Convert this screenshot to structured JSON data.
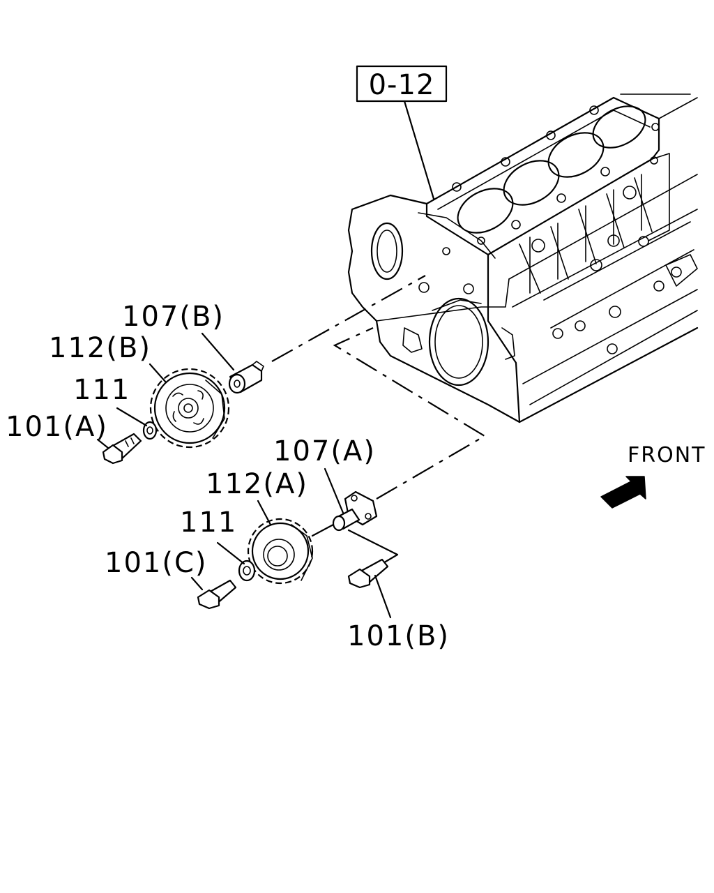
{
  "reference_box": {
    "label": "0-12"
  },
  "direction": {
    "label": "FRONT",
    "icon": "arrow-front-icon"
  },
  "callouts": {
    "idler_shaft_b": "107(B)",
    "idler_gear_b": "112(B)",
    "washer_b": "111",
    "bolt_a": "101(A)",
    "idler_shaft_a": "107(A)",
    "idler_gear_a": "112(A)",
    "washer_a": "111",
    "bolt_c": "101(C)",
    "bolt_b": "101(B)"
  }
}
